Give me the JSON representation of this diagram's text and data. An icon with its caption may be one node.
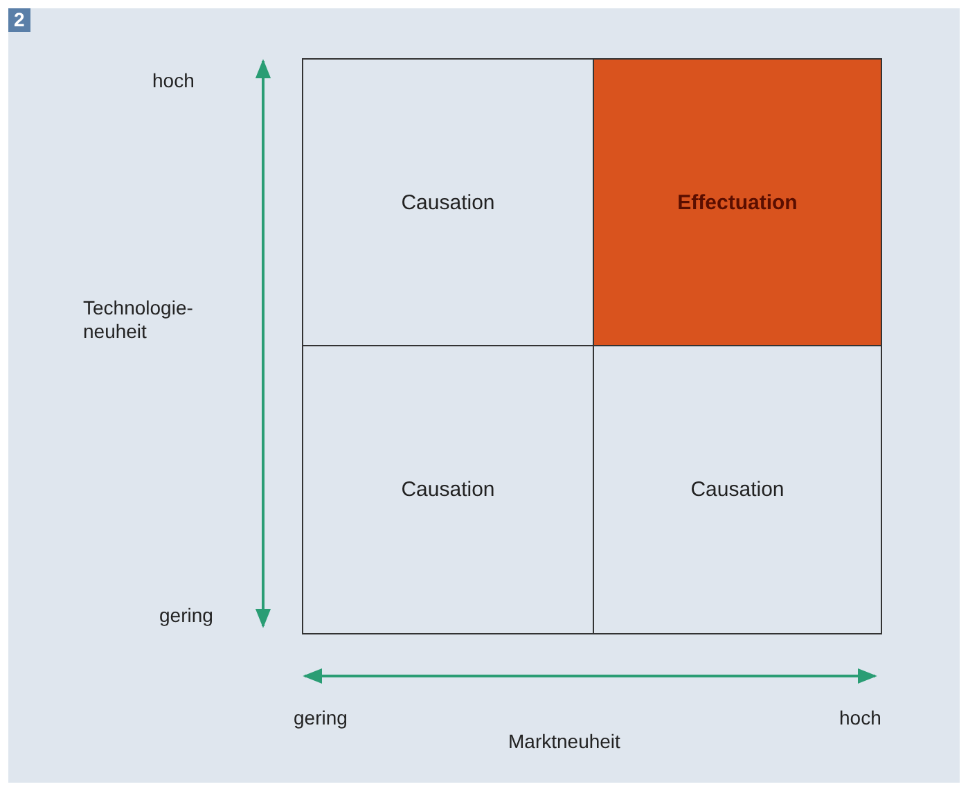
{
  "diagram": {
    "nodes": [
      {
        "text": [
          "Causation"
        ]
      },
      {
        "text": [
          "Effectuation"
        ]
      },
      {
        "text": [
          "Causation"
        ]
      },
      {
        "text": [
          "Causation"
        ]
      }
    ],
    "labels": [
      "2",
      "hoch",
      "Technologie-neuheit",
      "gering",
      "gering",
      "hoch",
      "Marktneuheit"
    ]
  }
}
